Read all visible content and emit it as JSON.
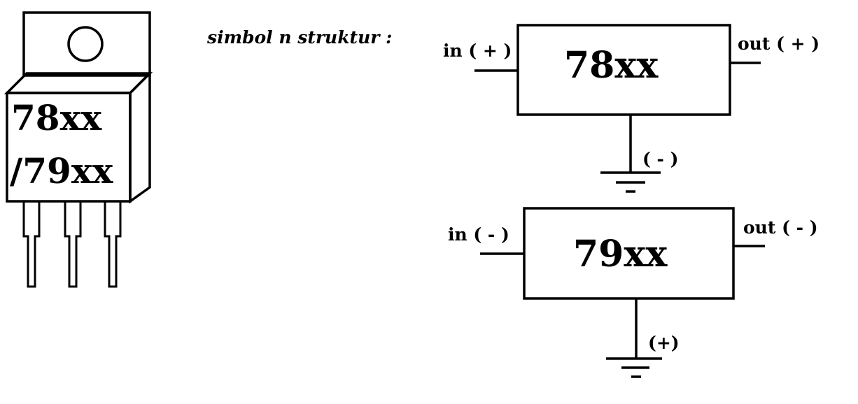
{
  "title": "simbol n struktur :",
  "package": {
    "line1": "78xx",
    "line2": "/79xx"
  },
  "reg78": {
    "name": "78xx",
    "in_label": "in ( + )",
    "out_label": "out ( + )",
    "gnd_label": "( - )"
  },
  "reg79": {
    "name": "79xx",
    "in_label": "in (  -  )",
    "out_label": "out (  -  )",
    "gnd_label": "(+)"
  }
}
